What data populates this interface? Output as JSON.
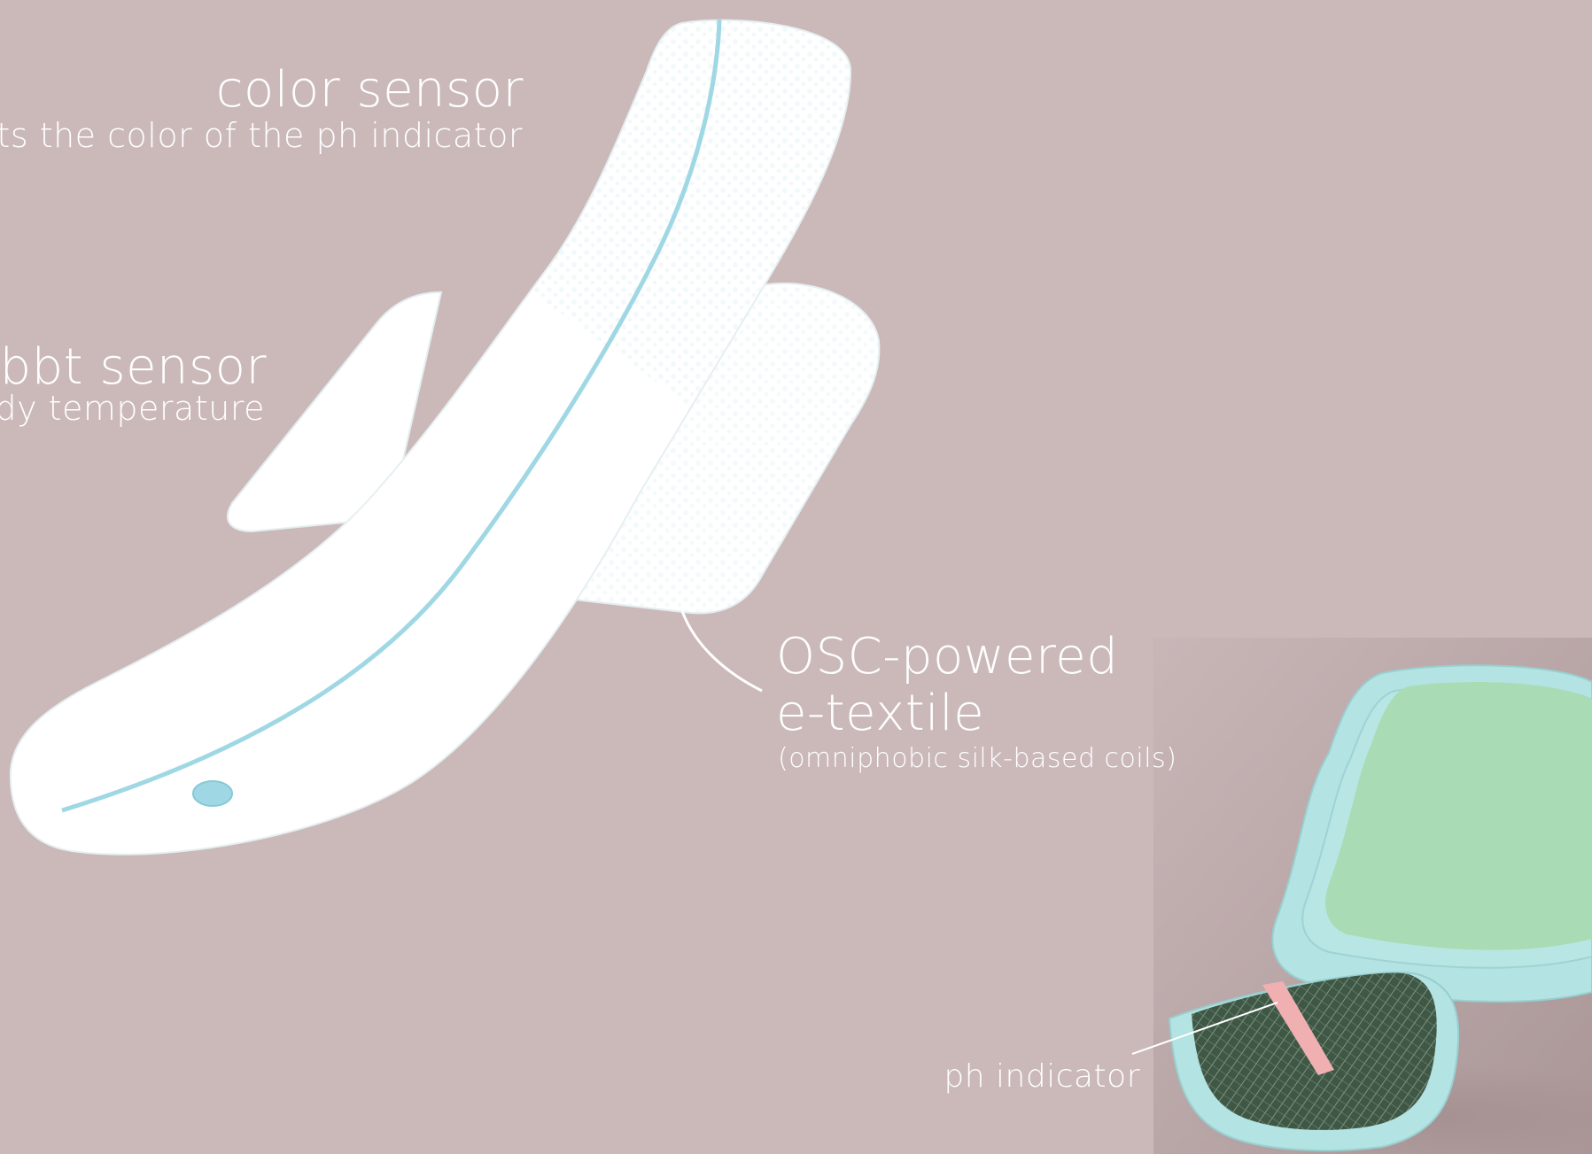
{
  "labels": {
    "color_sensor": {
      "title": "color sensor",
      "description": "cts the color of the ph indicator"
    },
    "bbt_sensor": {
      "title": "bbt sensor",
      "description": "dy temperature"
    },
    "osc_textile": {
      "title_line1": "OSC-powered",
      "title_line2": "e-textile",
      "description": "(omniphobic silk-based coils)"
    },
    "ph_indicator": {
      "title": "ph indicator"
    }
  },
  "colors": {
    "background": "#cbb9ba",
    "pad_white": "#ffffff",
    "channel_blue": "#9fd8e4",
    "shell_aqua": "#b3e3e2",
    "absorbent_green": "#a9dcb4",
    "coil_dark_green": "#3f5846",
    "ph_strip_pink": "#f0b0b2"
  }
}
